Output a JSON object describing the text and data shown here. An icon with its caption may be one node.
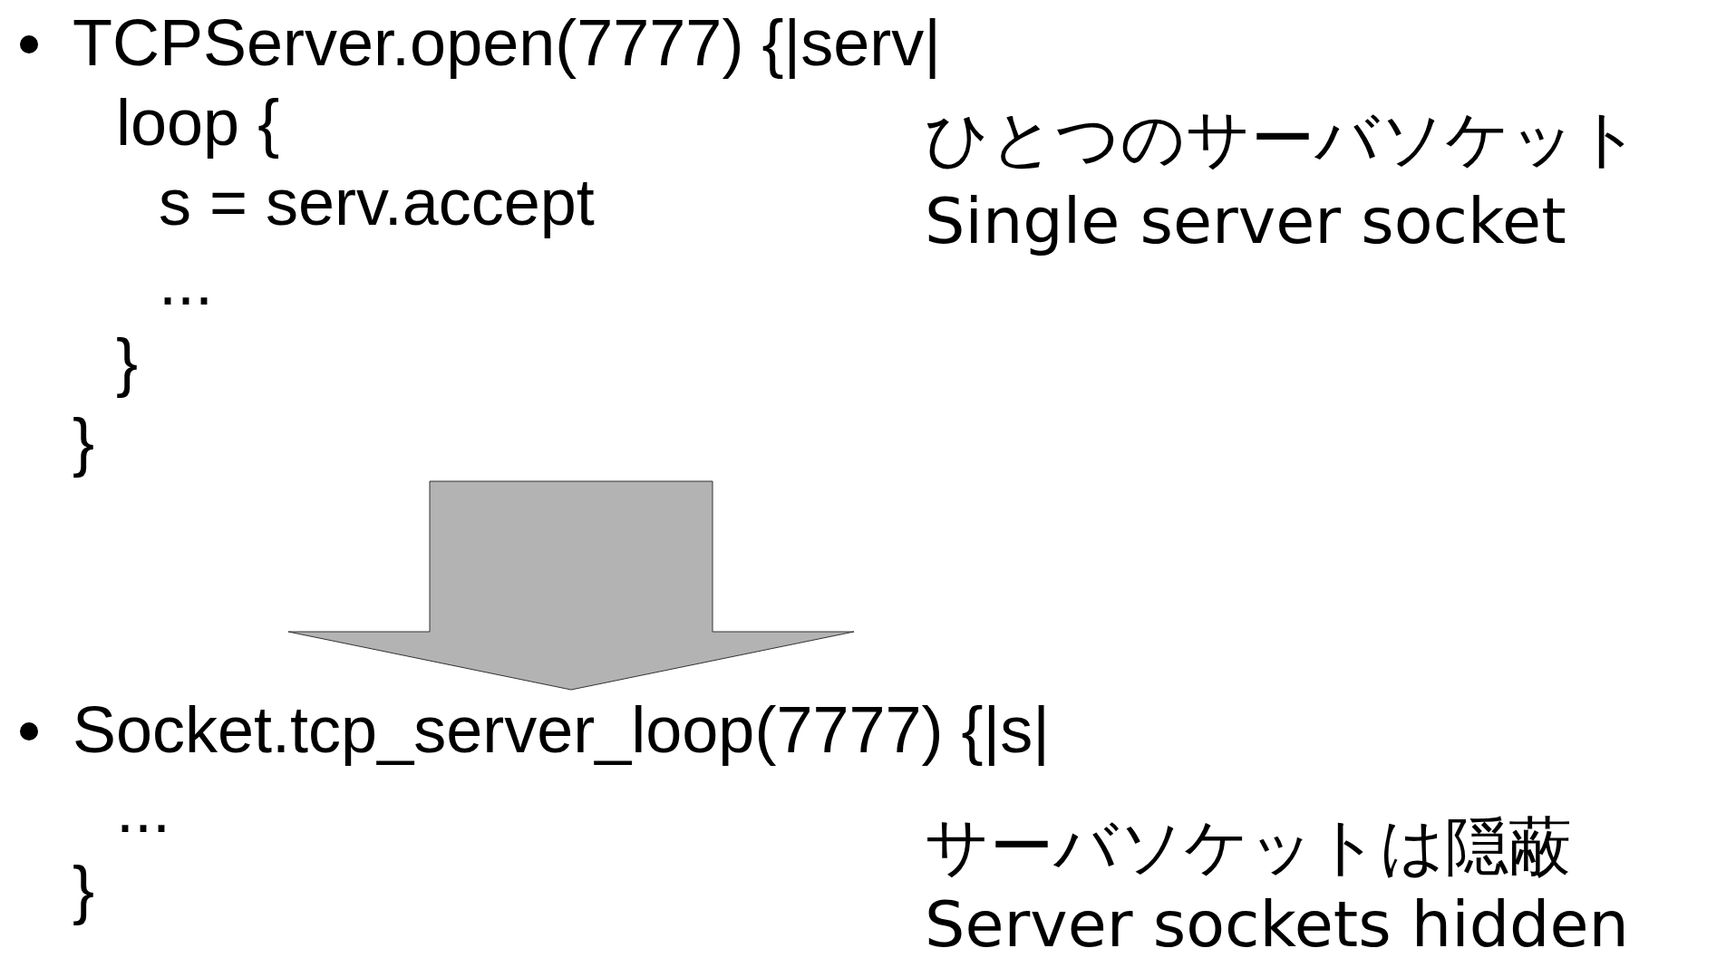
{
  "diagram": {
    "nodes": [
      {
        "text": [
          "TCPServer.open(7777) {|serv|",
          "loop {",
          "s = serv.accept",
          "...",
          "}",
          "}"
        ],
        "beside": [
          "ひとつのサーバソケット",
          "Single server socket"
        ]
      },
      {
        "text": [
          "Socket.tcp_server_loop(7777) {|s|",
          "...",
          "}"
        ],
        "beside": [
          "サーバソケットは隠蔽",
          "Server sockets hidden"
        ]
      }
    ],
    "edges": [
      {
        "from": 0,
        "to": 1,
        "arrow": "to",
        "style": "thick"
      }
    ]
  }
}
